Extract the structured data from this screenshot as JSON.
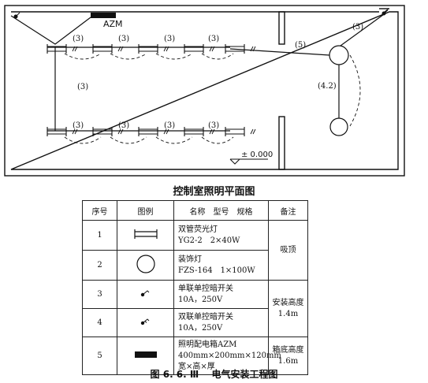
{
  "plan": {
    "panel_label": "AZM",
    "circuit_labels": [
      "(3)",
      "(3)",
      "(3)",
      "(3)",
      "(3)",
      "(3)",
      "(3)",
      "(3)",
      "(3)",
      "(5)",
      "(3)",
      "(4.2)"
    ],
    "elevation": "± 0.000"
  },
  "plan_title": "控制室照明平面图",
  "table": {
    "headers": [
      "序号",
      "图例",
      "名称　型号　规格",
      "备注"
    ],
    "rows": [
      {
        "no": "1",
        "symbol": "fluorescent-lamp-icon",
        "lines": [
          "双管荧光灯",
          "YG2-2　2×40W"
        ]
      },
      {
        "no": "2",
        "symbol": "decorative-lamp-icon",
        "lines": [
          "装饰灯",
          "FZS-164　1×100W"
        ]
      },
      {
        "no": "3",
        "symbol": "single-switch-icon",
        "lines": [
          "单联单控暗开关",
          "10A，250V"
        ]
      },
      {
        "no": "4",
        "symbol": "double-switch-icon",
        "lines": [
          "双联单控暗开关",
          "10A，250V"
        ]
      },
      {
        "no": "5",
        "symbol": "distribution-box-icon",
        "lines": [
          "照明配电箱AZM",
          "400mm×200mm×120mm",
          "宽×高×厚"
        ]
      }
    ],
    "notes": [
      {
        "lines": [
          "吸顶"
        ]
      },
      {
        "lines": [
          "安装高度",
          "1.4m"
        ]
      },
      {
        "lines": [
          "箱底高度",
          "1.6m"
        ]
      }
    ]
  },
  "figure_caption": {
    "number": "图 6. 6. Ⅲ",
    "title": "电气安装工程图"
  }
}
